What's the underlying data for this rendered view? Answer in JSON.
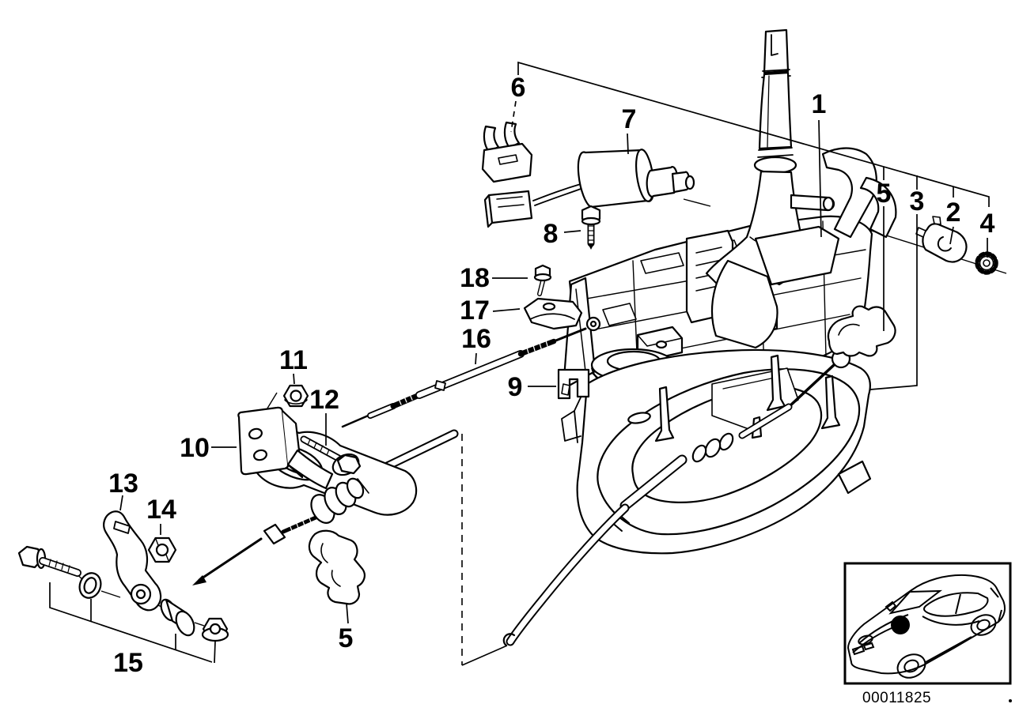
{
  "callouts": {
    "c1": "1",
    "c2": "2",
    "c3": "3",
    "c4": "4",
    "c5_right": "5",
    "c5_bottom": "5",
    "c6": "6",
    "c7": "7",
    "c8": "8",
    "c9": "9",
    "c10": "10",
    "c11": "11",
    "c12": "12",
    "c13": "13",
    "c14": "14",
    "c15": "15",
    "c16": "16",
    "c17": "17",
    "c18": "18"
  },
  "inset": {
    "image_code": "00011825"
  },
  "colors": {
    "line": "#000000",
    "background": "#ffffff"
  }
}
